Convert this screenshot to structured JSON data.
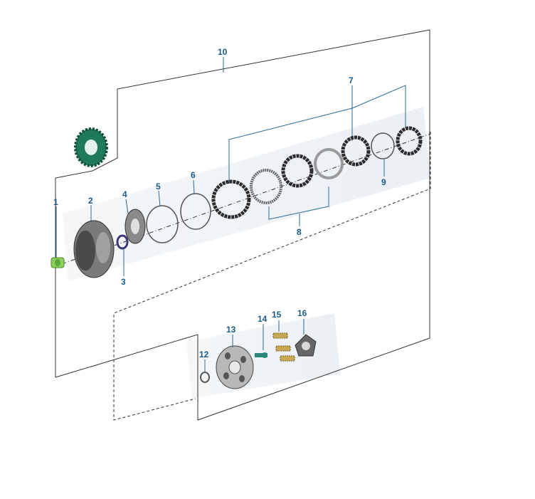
{
  "callouts": {
    "c1": "1",
    "c2": "2",
    "c3": "3",
    "c4": "4",
    "c5": "5",
    "c6": "6",
    "c7": "7",
    "c8": "8",
    "c9": "9",
    "c10": "10",
    "c12": "12",
    "c13": "13",
    "c14": "14",
    "c15": "15",
    "c16": "16"
  },
  "colors": {
    "callout_text": "#1a5a8a",
    "gear_green": "#1f7a5c",
    "nut_green": "#8ccf5a",
    "friction_plate": "#2b2b2b",
    "steel_plate": "#9a9a9a",
    "ring": "#555555"
  }
}
